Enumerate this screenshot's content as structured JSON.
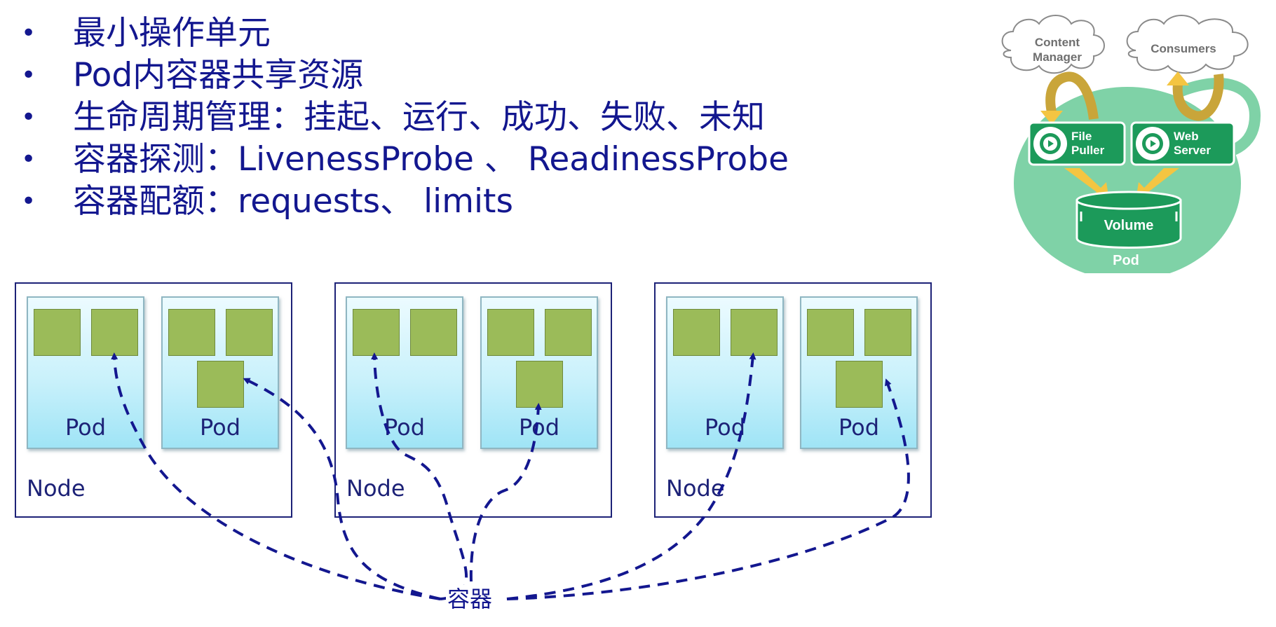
{
  "bullets": [
    {
      "marker": "•",
      "text": "最小操作单元"
    },
    {
      "marker": "•",
      "text": "Pod内容器共享资源"
    },
    {
      "marker": "•",
      "text": "生命周期管理：挂起、运行、成功、失败、未知"
    },
    {
      "marker": "•",
      "text": "容器探测：LivenessProbe 、 ReadinessProbe"
    },
    {
      "marker": "•",
      "text": "容器配额：requests、 limits"
    }
  ],
  "cluster": {
    "node_label": "Node",
    "pod_label": "Pod",
    "container_label": "容器",
    "nodes": [
      {
        "pods": [
          {
            "containers": 2
          },
          {
            "containers": 3
          }
        ]
      },
      {
        "pods": [
          {
            "containers": 2
          },
          {
            "containers": 3
          }
        ]
      },
      {
        "pods": [
          {
            "containers": 2
          },
          {
            "containers": 3
          }
        ]
      }
    ]
  },
  "pod_diagram": {
    "cloud_left": {
      "line1": "Content",
      "line2": "Manager"
    },
    "cloud_right": {
      "label": "Consumers"
    },
    "box_left": {
      "line1": "File",
      "line2": "Puller"
    },
    "box_right": {
      "line1": "Web",
      "line2": "Server"
    },
    "volume_label": "Volume",
    "pod_label": "Pod"
  },
  "colors": {
    "text_navy": "#13178f",
    "container_green": "#9bbb59",
    "pod_fill": "#c9f1fb",
    "k8s_green": "#1c9a5a",
    "pod_bg_green": "#7fd2a7",
    "arrow_gold": "#f4c542"
  }
}
